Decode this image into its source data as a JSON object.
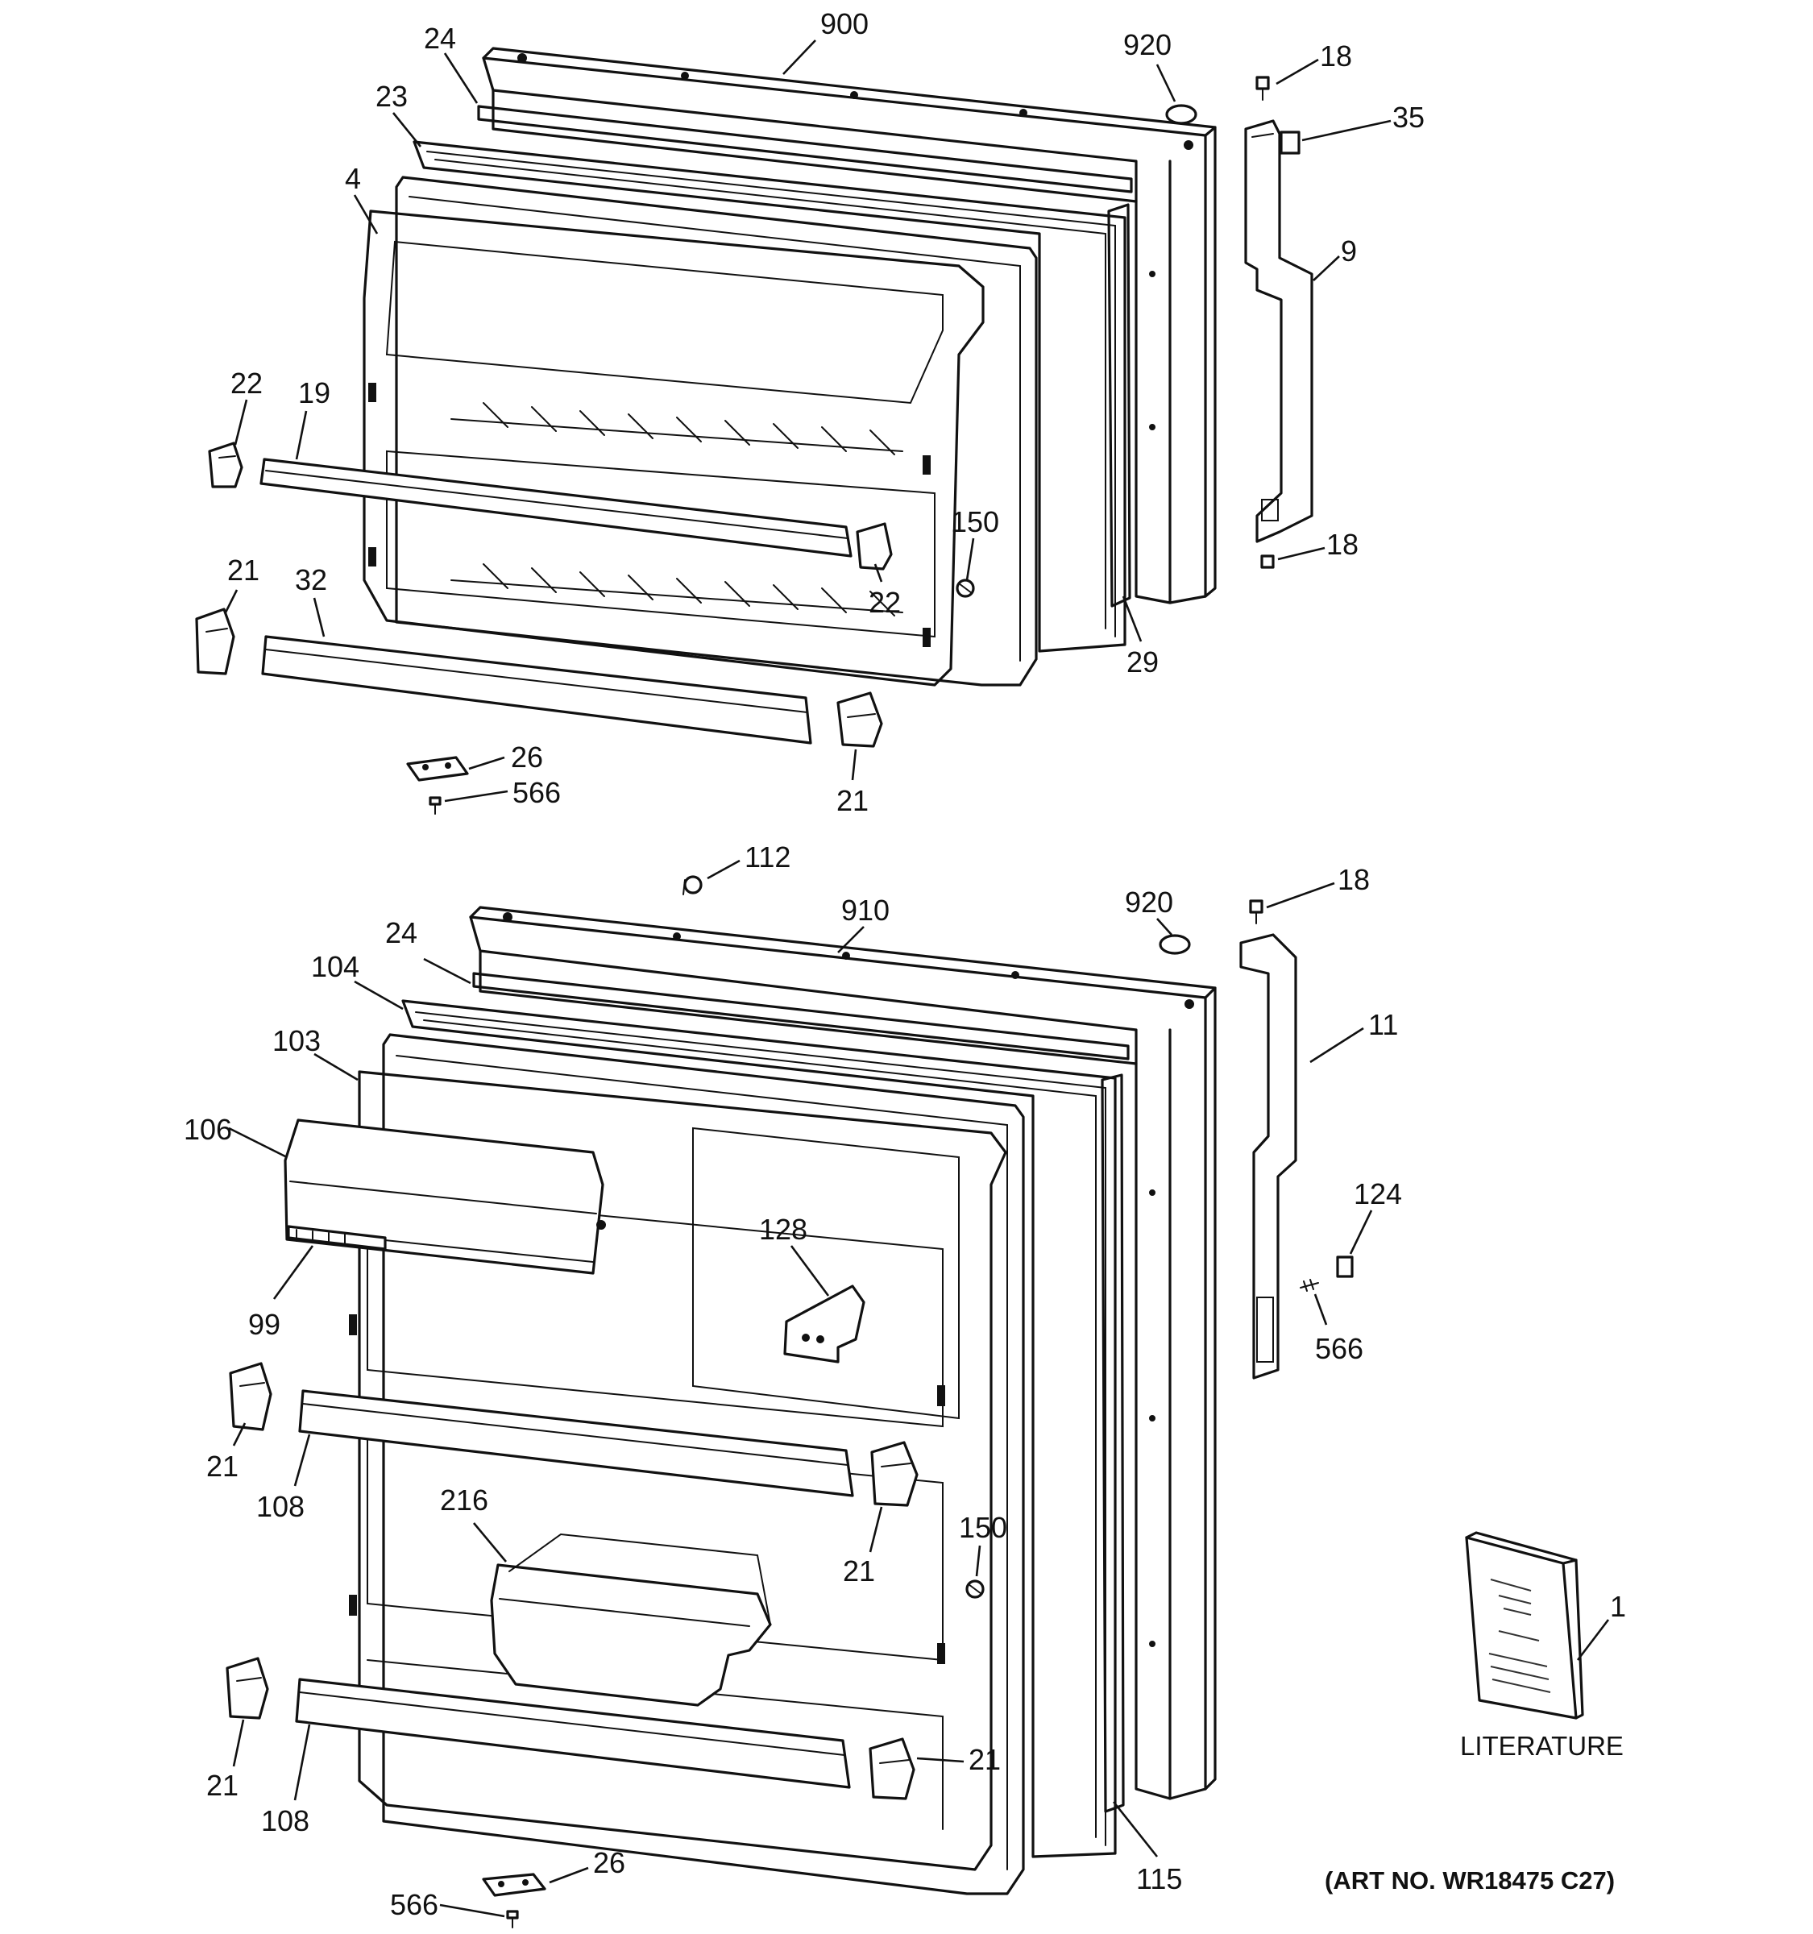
{
  "upper_door_callouts": {
    "c900": "900",
    "c920": "920",
    "c24": "24",
    "c23": "23",
    "c4": "4",
    "c18a": "18",
    "c35": "35",
    "c9": "9",
    "c18b": "18",
    "c22a": "22",
    "c19": "19",
    "c150": "150",
    "c22b": "22",
    "c29": "29",
    "c21a": "21",
    "c32": "32",
    "c26": "26",
    "c566": "566",
    "c21b": "21"
  },
  "lower_door_callouts": {
    "c112": "112",
    "c910": "910",
    "c920": "920",
    "c18": "18",
    "c24": "24",
    "c104": "104",
    "c103": "103",
    "c11": "11",
    "c106": "106",
    "c124": "124",
    "c128": "128",
    "c566a": "566",
    "c99": "99",
    "c21a": "21",
    "c108a": "108",
    "c216": "216",
    "c150": "150",
    "c21b": "21",
    "c1": "1",
    "c21c": "21",
    "c108b": "108",
    "c21d": "21",
    "c115": "115",
    "c26": "26",
    "c566b": "566"
  },
  "literature_label": "LITERATURE",
  "art_number": "(ART NO. WR18475 C27)"
}
